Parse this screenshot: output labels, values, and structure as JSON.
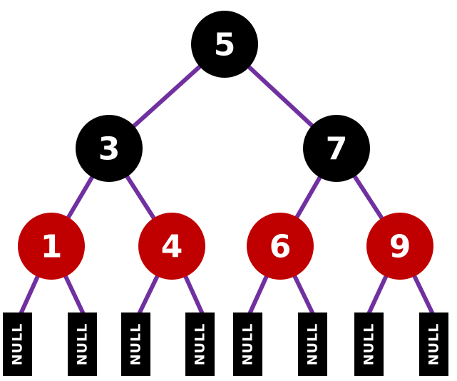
{
  "colors": {
    "edge": "#7030a0",
    "black_node": "#000000",
    "red_node": "#c00000",
    "leaf": "#000000",
    "text": "#ffffff"
  },
  "nodes": [
    {
      "key": "5",
      "color": "black"
    },
    {
      "key": "3",
      "color": "black"
    },
    {
      "key": "7",
      "color": "black"
    },
    {
      "key": "1",
      "color": "red"
    },
    {
      "key": "4",
      "color": "red"
    },
    {
      "key": "6",
      "color": "red"
    },
    {
      "key": "9",
      "color": "red"
    }
  ],
  "leaf_label": "NULL",
  "leaf_count": 8
}
